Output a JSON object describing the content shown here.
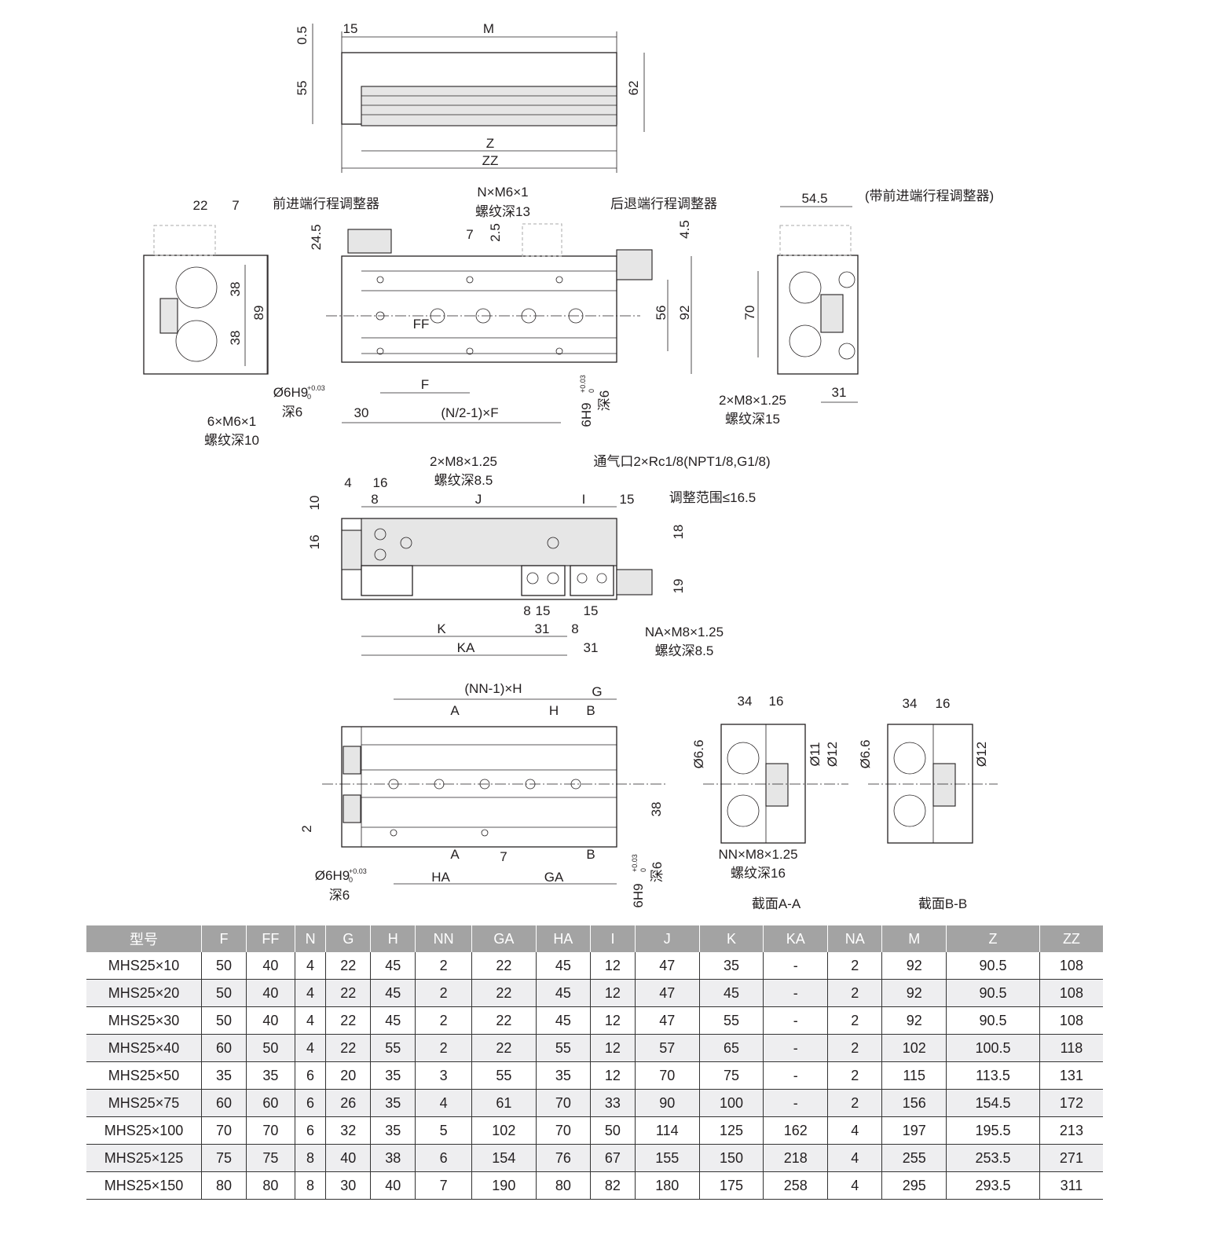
{
  "views": {
    "top": [
      "0.5",
      "15",
      "M",
      "55",
      "62",
      "Z",
      "ZZ"
    ],
    "front": [
      "22",
      "7",
      "前进端行程调整器",
      "N×M6×1",
      "螺纹深13",
      "后退端行程调整器",
      "24.5",
      "7",
      "2.5",
      "4.5",
      "38",
      "89",
      "38",
      "FF",
      "56",
      "92",
      "Ø6H9",
      "+0.03",
      "0",
      "深6",
      "F",
      "30",
      "(N/2-1)×F",
      "6H9",
      "深6",
      "6×M6×1",
      "螺纹深10",
      "54.5",
      "(带前进端行程调整器)",
      "70",
      "2×M8×1.25",
      "螺纹深15",
      "31",
      "+0.03",
      "0"
    ],
    "side": [
      "2×M8×1.25",
      "螺纹深8.5",
      "通气口2×Rc1/8(NPT1/8,G1/8)",
      "4",
      "16",
      "8",
      "J",
      "I",
      "15",
      "调整范围≤16.5",
      "10",
      "16",
      "18",
      "19",
      "8",
      "15",
      "31",
      "15",
      "8",
      "K",
      "KA",
      "31",
      "NA×M8×1.25",
      "螺纹深8.5"
    ],
    "bottom": [
      "(NN-1)×H",
      "G",
      "A",
      "H",
      "B",
      "38",
      "2",
      "A",
      "7",
      "B",
      "Ø6H9",
      "+0.03",
      "0",
      "深6",
      "HA",
      "GA",
      "6H9",
      "深6",
      "+0.03",
      "0"
    ],
    "section_aa": [
      "34",
      "16",
      "Ø6.6",
      "Ø11",
      "Ø12",
      "NN×M8×1.25",
      "螺纹深16",
      "截面A-A"
    ],
    "section_bb": [
      "34",
      "16",
      "Ø6.6",
      "Ø12",
      "截面B-B"
    ]
  },
  "table": {
    "headers": [
      "型号",
      "F",
      "FF",
      "N",
      "G",
      "H",
      "NN",
      "GA",
      "HA",
      "I",
      "J",
      "K",
      "KA",
      "NA",
      "M",
      "Z",
      "ZZ"
    ],
    "rows": [
      [
        "MHS25×10",
        "50",
        "40",
        "4",
        "22",
        "45",
        "2",
        "22",
        "45",
        "12",
        "47",
        "35",
        "-",
        "2",
        "92",
        "90.5",
        "108"
      ],
      [
        "MHS25×20",
        "50",
        "40",
        "4",
        "22",
        "45",
        "2",
        "22",
        "45",
        "12",
        "47",
        "45",
        "-",
        "2",
        "92",
        "90.5",
        "108"
      ],
      [
        "MHS25×30",
        "50",
        "40",
        "4",
        "22",
        "45",
        "2",
        "22",
        "45",
        "12",
        "47",
        "55",
        "-",
        "2",
        "92",
        "90.5",
        "108"
      ],
      [
        "MHS25×40",
        "60",
        "50",
        "4",
        "22",
        "55",
        "2",
        "22",
        "55",
        "12",
        "57",
        "65",
        "-",
        "2",
        "102",
        "100.5",
        "118"
      ],
      [
        "MHS25×50",
        "35",
        "35",
        "6",
        "20",
        "35",
        "3",
        "55",
        "35",
        "12",
        "70",
        "75",
        "-",
        "2",
        "115",
        "113.5",
        "131"
      ],
      [
        "MHS25×75",
        "60",
        "60",
        "6",
        "26",
        "35",
        "4",
        "61",
        "70",
        "33",
        "90",
        "100",
        "-",
        "2",
        "156",
        "154.5",
        "172"
      ],
      [
        "MHS25×100",
        "70",
        "70",
        "6",
        "32",
        "35",
        "5",
        "102",
        "70",
        "50",
        "114",
        "125",
        "162",
        "4",
        "197",
        "195.5",
        "213"
      ],
      [
        "MHS25×125",
        "75",
        "75",
        "8",
        "40",
        "38",
        "6",
        "154",
        "76",
        "67",
        "155",
        "150",
        "218",
        "4",
        "255",
        "253.5",
        "271"
      ],
      [
        "MHS25×150",
        "80",
        "80",
        "8",
        "30",
        "40",
        "7",
        "190",
        "80",
        "82",
        "180",
        "175",
        "258",
        "4",
        "295",
        "293.5",
        "311"
      ]
    ]
  }
}
